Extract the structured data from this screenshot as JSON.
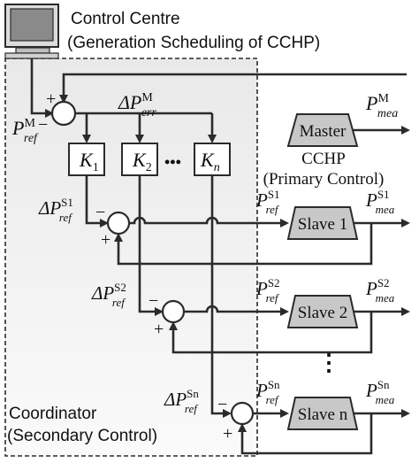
{
  "control_centre": {
    "title": "Control Centre",
    "subtitle": "(Generation Scheduling of CCHP)"
  },
  "coordinator": {
    "title": "Coordinator",
    "subtitle": "(Secondary Control)"
  },
  "master": {
    "label": "Master",
    "group_title": "CCHP",
    "group_subtitle": "(Primary Control)"
  },
  "slaves": [
    {
      "label": "Slave 1",
      "sup": "S1"
    },
    {
      "label": "Slave 2",
      "sup": "S2"
    },
    {
      "label": "Slave n",
      "sup": "Sn"
    }
  ],
  "gains": [
    {
      "base": "K",
      "sub": "1"
    },
    {
      "base": "K",
      "sub": "2"
    },
    {
      "base": "K",
      "sub": "n"
    }
  ],
  "gain_ellipsis": "•••",
  "vertical_ellipsis": "⋮",
  "signals": {
    "P": "P",
    "delta_P": "ΔP",
    "ref": "ref",
    "mea": "mea",
    "err": "err",
    "M": "M",
    "plus": "+",
    "minus": "−"
  }
}
